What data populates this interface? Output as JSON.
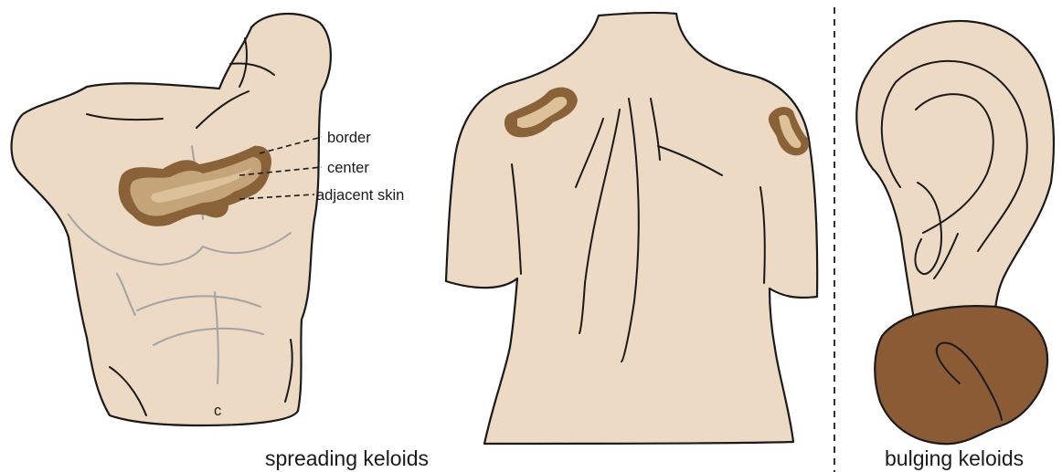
{
  "labels": {
    "border": "border",
    "center": "center",
    "adjacent_skin": "adjacent skin",
    "navel_mark": "c"
  },
  "captions": {
    "spreading": "spreading keloids",
    "bulging": "bulging keloids"
  },
  "colors": {
    "skin": "#ecdac4",
    "keloid_border": "#8a6238",
    "keloid_center": "#c4a57a",
    "keloid_core": "#dcc19a",
    "bulging_keloid": "#8b5b36",
    "outline": "#1a1a1a",
    "muscle_lines": "#a3a3a3"
  }
}
